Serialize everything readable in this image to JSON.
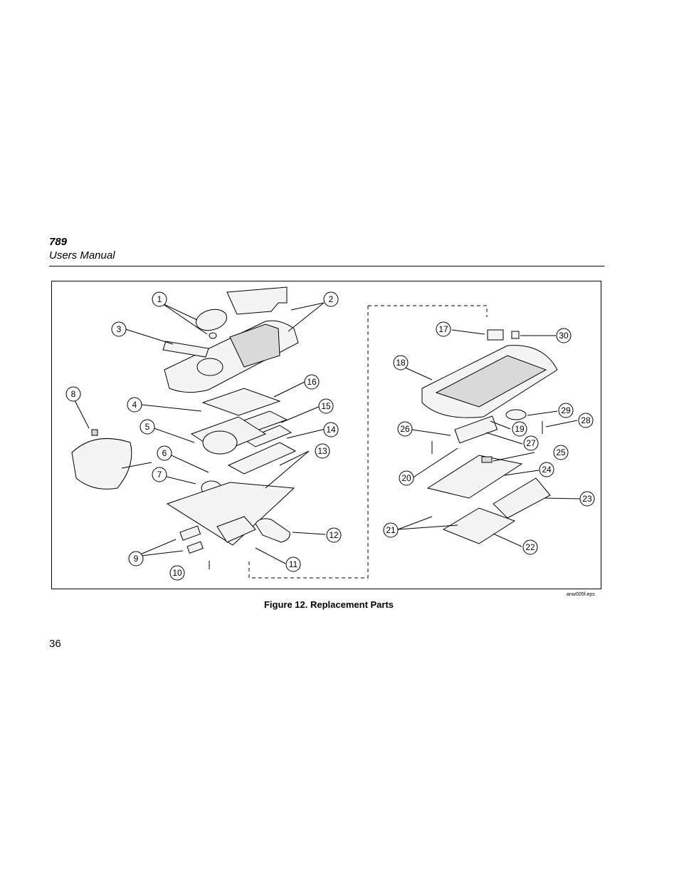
{
  "header": {
    "model": "789",
    "title": "Users Manual"
  },
  "figure": {
    "caption": "Figure 12. Replacement Parts",
    "file_tag": "anw005f.eps",
    "callouts": [
      "1",
      "2",
      "3",
      "4",
      "5",
      "6",
      "7",
      "8",
      "9",
      "10",
      "11",
      "12",
      "13",
      "14",
      "15",
      "16",
      "17",
      "18",
      "19",
      "20",
      "21",
      "22",
      "23",
      "24",
      "25",
      "26",
      "27",
      "28",
      "29",
      "30"
    ]
  },
  "page": {
    "number": "36"
  }
}
